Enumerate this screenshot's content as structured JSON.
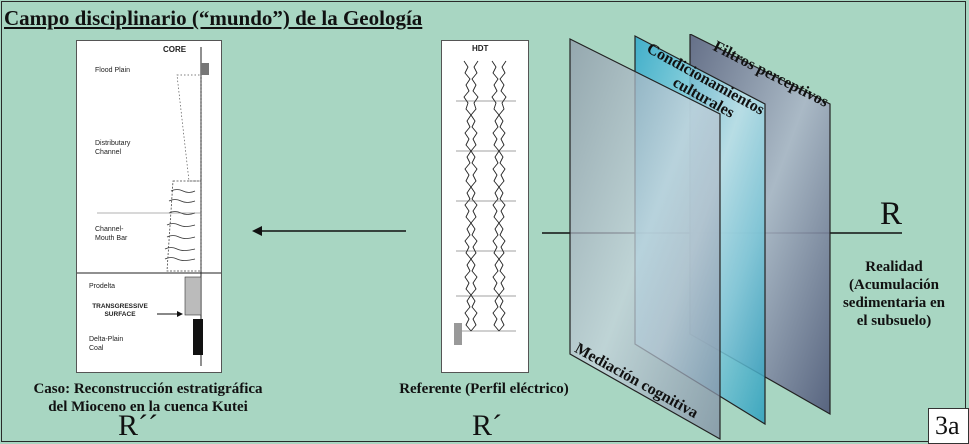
{
  "title": "Campo disciplinario (“mundo”) de la Geología",
  "core_log": {
    "header": "CORE",
    "facies": [
      "Flood Plain",
      "Distributary Channel",
      "Channel-Mouth Bar",
      "Prodelta",
      "TRANSGRESSIVE SURFACE",
      "Delta-Plain Coal"
    ],
    "caption_line1": "Caso: Reconstrucción estratigráfica",
    "caption_line2": "del Mioceno en la cuenca Kutei",
    "r_label": "R´´"
  },
  "hdt_log": {
    "header": "HDT",
    "caption": "Referente (Perfil eléctrico)",
    "r_label": "R´"
  },
  "planes": {
    "mediacion": "Mediación cognitiva",
    "condicionamientos_line1": "Condicionamientos",
    "condicionamientos_line2": "culturales",
    "filtros": "Filtros perceptivos"
  },
  "reality": {
    "r_label": "R",
    "line1": "Realidad",
    "line2": "(Acumulación",
    "line3": "sedimentaria en",
    "line4": "el subsuelo)"
  },
  "figure_tag": "3a",
  "colors": {
    "background": "#a8d6c2",
    "plane_gray": "#9aa3b0",
    "plane_cyan": "#39b8d3",
    "plane_slate": "#6c7188"
  }
}
